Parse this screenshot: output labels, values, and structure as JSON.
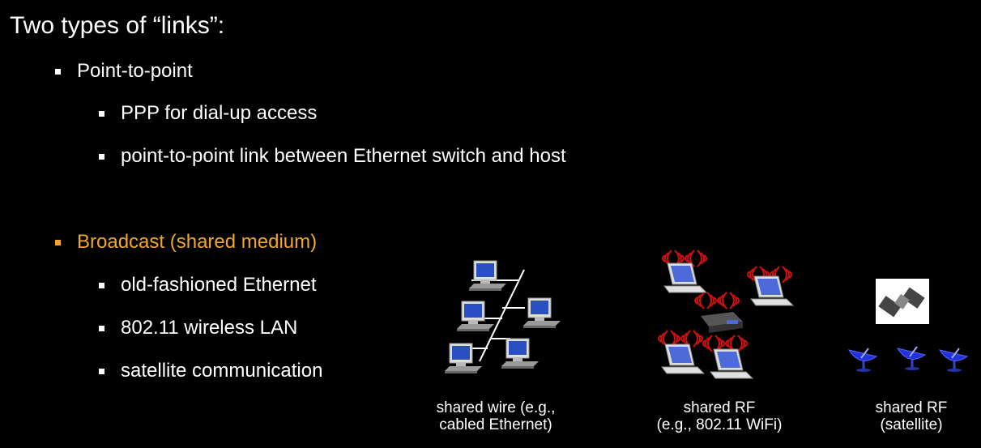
{
  "title": "Two types of “links”:",
  "point_to_point": {
    "heading": "Point-to-point",
    "items": [
      "PPP for dial-up access",
      "point-to-point link between Ethernet switch and host"
    ]
  },
  "broadcast": {
    "heading": "Broadcast (shared medium)",
    "items": [
      "old-fashioned Ethernet",
      "802.11 wireless LAN",
      "satellite communication"
    ]
  },
  "figures": {
    "wire_caption": [
      "shared wire (e.g.,",
      "cabled Ethernet)"
    ],
    "wifi_caption": [
      "shared RF",
      "(e.g., 802.11 WiFi)"
    ],
    "satellite_caption": [
      "shared RF",
      "(satellite)"
    ]
  },
  "colors": {
    "accent": "#f0a72a",
    "screen": "#2a4fc2",
    "dish": "#2233dd",
    "wave": "#cc1111"
  }
}
